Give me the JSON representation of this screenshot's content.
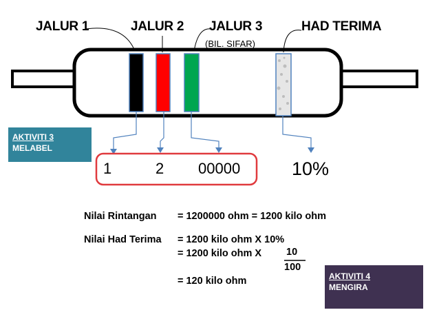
{
  "labels": {
    "band1": "JALUR 1",
    "band2": "JALUR 2",
    "band3": "JALUR 3",
    "tolerance": "HAD TERIMA",
    "band3_note": "(BIL. SIFAR)"
  },
  "colors": {
    "band1": "#000000",
    "band2": "#ff0000",
    "band3": "#00a650",
    "tolerance": "#e6e6e6",
    "activity3_bg": "#31849b",
    "activity4_bg": "#3f3151",
    "value_box": "#e03a3e",
    "arrow": "#4f81bd"
  },
  "activity3": {
    "title": "AKTIVITI 3",
    "subtitle": "MELABEL"
  },
  "activity4": {
    "title": "AKTIVITI 4",
    "subtitle": "MENGIRA"
  },
  "values": {
    "digit1": "1",
    "digit2": "2",
    "zeros": "00000",
    "tolerance": "10%"
  },
  "calc": {
    "line1_label": "Nilai Rintangan",
    "line1_expr": "=  1200000 ohm = 1200 kilo ohm",
    "line2_label": "Nilai Had Terima",
    "line2_expr": "=  1200 kilo ohm  X  10%",
    "line3_prefix": "=   1200 kilo ohm  X",
    "frac_num": "10",
    "frac_den": "100",
    "line4": "= 120 kilo ohm"
  }
}
